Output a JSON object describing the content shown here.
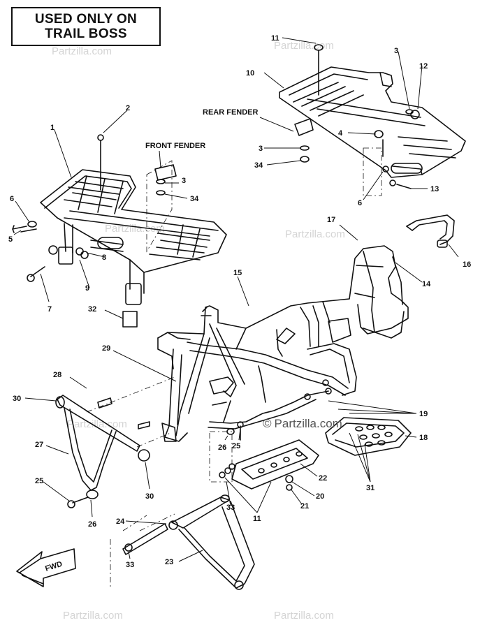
{
  "notice": {
    "line1": "USED ONLY ON",
    "line2": "TRAIL BOSS"
  },
  "labels": {
    "rear_fender": "REAR FENDER",
    "front_fender": "FRONT FENDER"
  },
  "direction": {
    "text": "FWD"
  },
  "watermark": {
    "text": "Partzilla.com",
    "symbol": "©"
  },
  "callouts": [
    {
      "n": "1",
      "role": "front-rack"
    },
    {
      "n": "2",
      "role": "front-rack-bolt"
    },
    {
      "n": "3",
      "role": "washer-front"
    },
    {
      "n": "34",
      "role": "nut-front"
    },
    {
      "n": "6",
      "role": "washer-left"
    },
    {
      "n": "5",
      "role": "bolt-left"
    },
    {
      "n": "7",
      "role": "bolt-bracket"
    },
    {
      "n": "8",
      "role": "spacer"
    },
    {
      "n": "9",
      "role": "clip-nut"
    },
    {
      "n": "32",
      "role": "clip"
    },
    {
      "n": "11",
      "role": "rear-rack-bolt"
    },
    {
      "n": "10",
      "role": "rear-rack"
    },
    {
      "n": "3",
      "role": "washer-rear-top"
    },
    {
      "n": "12",
      "role": "bolt-rear"
    },
    {
      "n": "4",
      "role": "nut-rear"
    },
    {
      "n": "3",
      "role": "washer-rear"
    },
    {
      "n": "34",
      "role": "nut-rear-lower"
    },
    {
      "n": "6",
      "role": "washer-rear-right"
    },
    {
      "n": "13",
      "role": "bolt-rear-right"
    },
    {
      "n": "17",
      "role": "bolt-frame"
    },
    {
      "n": "16",
      "role": "grab-bar"
    },
    {
      "n": "14",
      "role": "bolt-grab-bar"
    },
    {
      "n": "15",
      "role": "main-frame"
    },
    {
      "n": "29",
      "role": "frame-bolt"
    },
    {
      "n": "28",
      "role": "front-bumper-bolt"
    },
    {
      "n": "30",
      "role": "front-pipe"
    },
    {
      "n": "27",
      "role": "front-guard"
    },
    {
      "n": "25",
      "role": "bolt-guard"
    },
    {
      "n": "26",
      "role": "nut-guard"
    },
    {
      "n": "30",
      "role": "front-cap"
    },
    {
      "n": "19",
      "role": "footrest-bolts"
    },
    {
      "n": "18",
      "role": "footrest-plate"
    },
    {
      "n": "26",
      "role": "nut-center"
    },
    {
      "n": "25",
      "role": "bolt-center"
    },
    {
      "n": "22",
      "role": "footrest-left"
    },
    {
      "n": "20",
      "role": "washer-footrest"
    },
    {
      "n": "21",
      "role": "nut-footrest"
    },
    {
      "n": "31",
      "role": "footrest-screws"
    },
    {
      "n": "33",
      "role": "nut-lower"
    },
    {
      "n": "11",
      "role": "bolts-lower"
    },
    {
      "n": "24",
      "role": "rear-pipe"
    },
    {
      "n": "33",
      "role": "nut-rear-guard"
    },
    {
      "n": "23",
      "role": "rear-guard"
    }
  ]
}
